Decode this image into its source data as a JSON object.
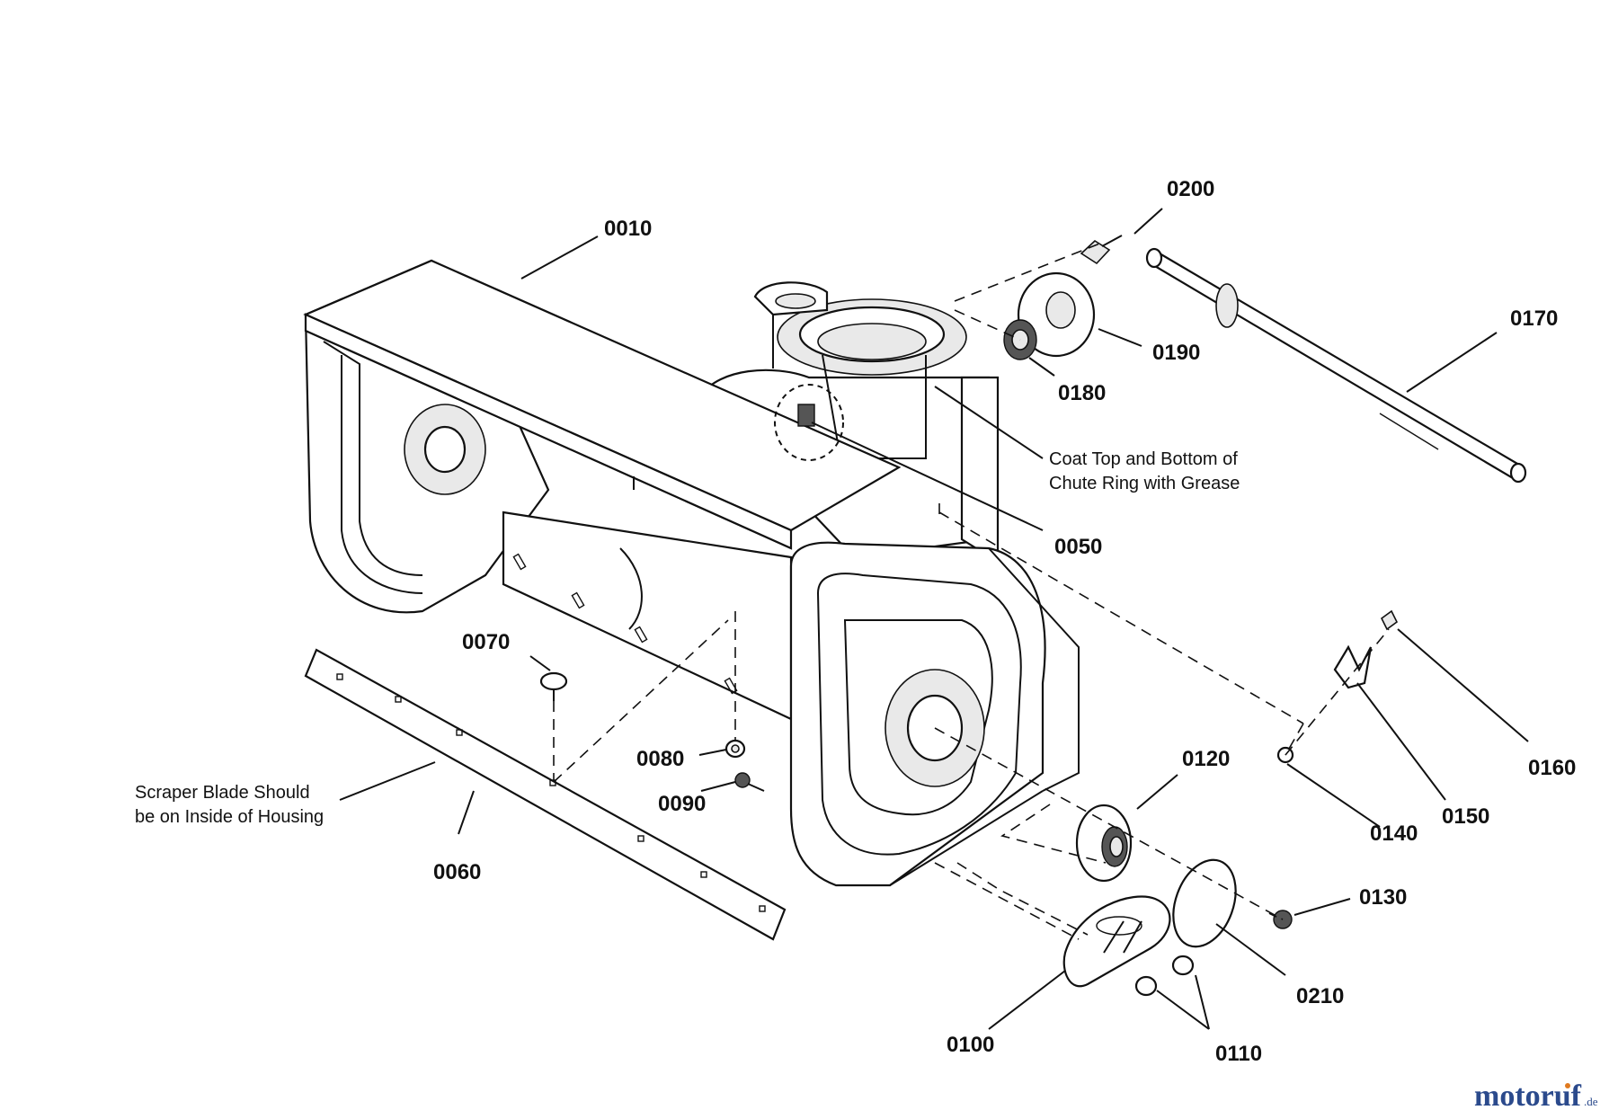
{
  "parts": {
    "p0010": "0010",
    "p0050": "0050",
    "p0060": "0060",
    "p0070": "0070",
    "p0080": "0080",
    "p0090": "0090",
    "p0100": "0100",
    "p0110": "0110",
    "p0120": "0120",
    "p0130": "0130",
    "p0140": "0140",
    "p0150": "0150",
    "p0160": "0160",
    "p0170": "0170",
    "p0180": "0180",
    "p0190": "0190",
    "p0200": "0200",
    "p0210": "0210"
  },
  "notes": {
    "grease_line1": "Coat Top and Bottom of",
    "grease_line2": "Chute Ring with Grease",
    "scraper_line1": "Scraper Blade Should",
    "scraper_line2": "be on Inside of Housing"
  },
  "watermark": {
    "text_main": "motoruf",
    "text_suffix": ".de",
    "colors": {
      "blue": "#2b4a8c",
      "orange": "#e07a1f"
    }
  }
}
